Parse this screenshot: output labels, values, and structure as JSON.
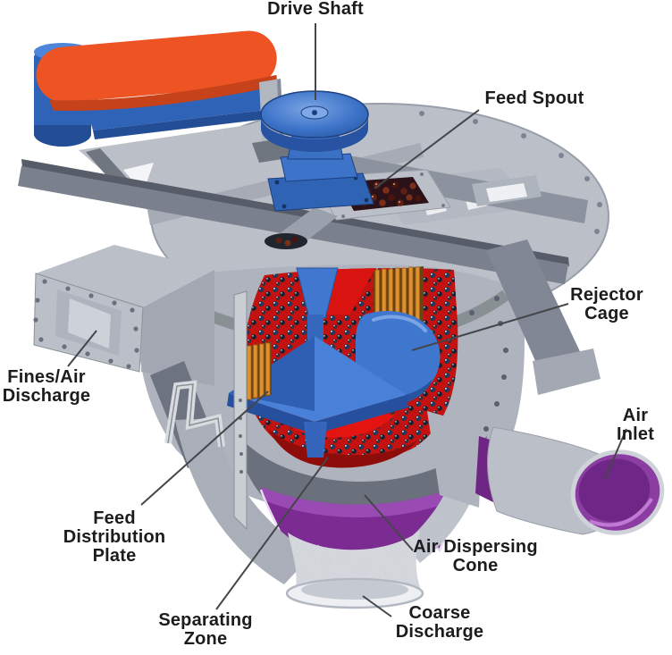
{
  "diagram": {
    "background": "#ffffff",
    "label_color": "#1c1c1e",
    "leader_color": "#44464a",
    "labels": {
      "drive_shaft": "Drive Shaft",
      "feed_spout": "Feed Spout",
      "rejector_cage": "Rejector\nCage",
      "air_inlet": "Air Inlet",
      "fines_air_discharge": "Fines/Air\nDischarge",
      "feed_distribution_plate": "Feed\nDistribution\nPlate",
      "air_dispersing_cone": "Air Dispersing\nCone",
      "separating_zone": "Separating\nZone",
      "coarse_discharge": "Coarse\nDischarge"
    },
    "palette": {
      "steel_light": "#c2c6ce",
      "steel_mid": "#a6abb6",
      "steel_dark": "#7e8492",
      "machine_blue": "#3c73c8",
      "guard_orange": "#ed5323",
      "cage_orange": "#e0912f",
      "interior_red": "#c41210",
      "cone_purple": "#7c2b92",
      "pellet_brown": "#5d2012"
    }
  }
}
